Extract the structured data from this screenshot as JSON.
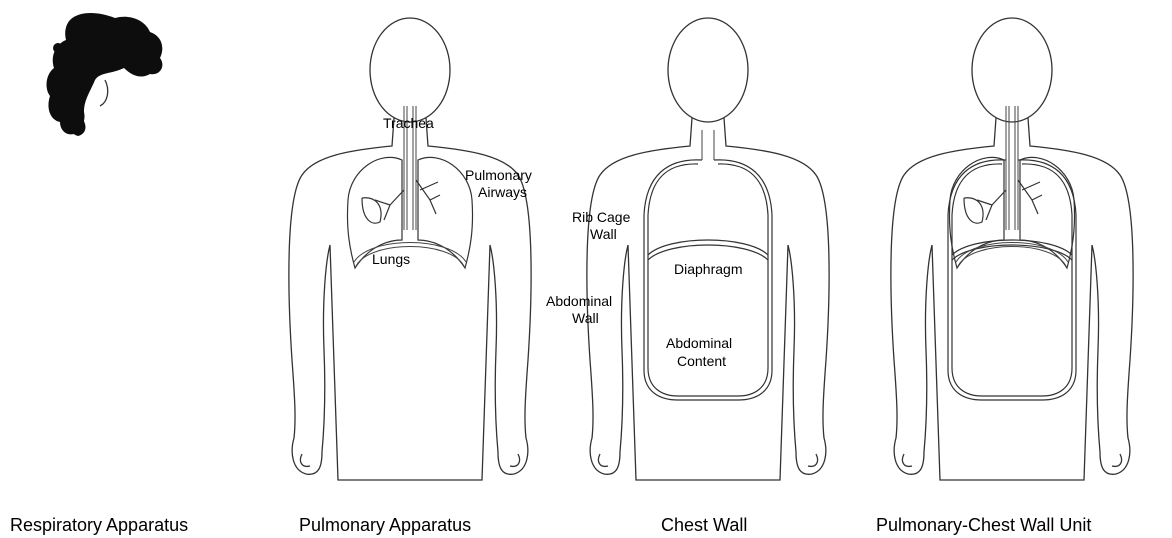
{
  "figures": [
    {
      "caption": "Respiratory Apparatus",
      "labels": []
    },
    {
      "caption": "Pulmonary Apparatus",
      "labels": [
        "Trachea",
        "Pulmonary",
        "Airways",
        "Lungs"
      ]
    },
    {
      "caption": "Chest Wall",
      "labels": [
        "Rib Cage",
        "Wall",
        "Abdominal",
        "Wall",
        "Diaphragm",
        "Abdominal",
        "Content"
      ]
    },
    {
      "caption": "Pulmonary-Chest Wall Unit",
      "labels": []
    }
  ]
}
